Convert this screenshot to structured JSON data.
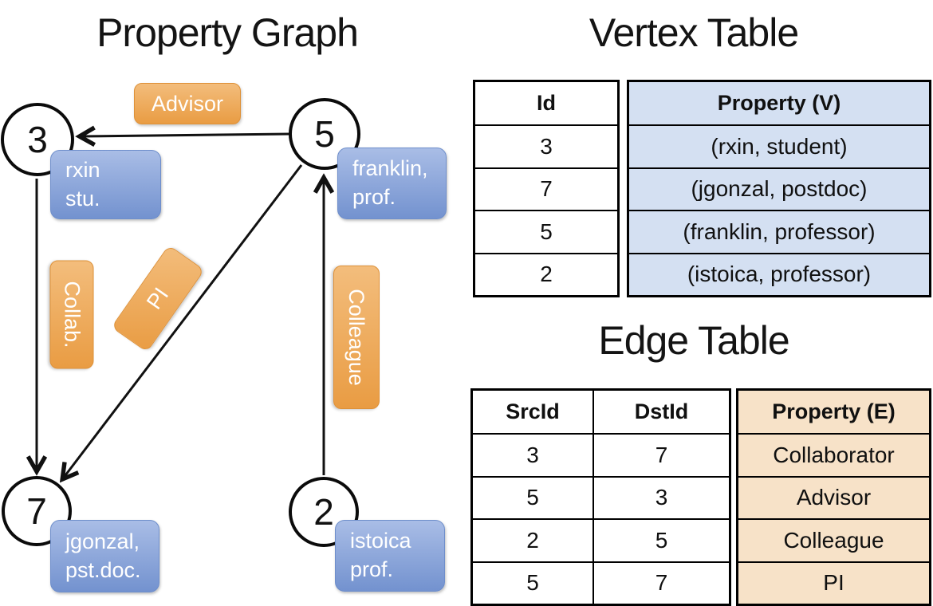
{
  "graph": {
    "title": "Property Graph",
    "nodes": [
      {
        "id": "3",
        "property_lines": [
          "rxin",
          "stu."
        ]
      },
      {
        "id": "5",
        "property_lines": [
          "franklin,",
          "prof."
        ]
      },
      {
        "id": "7",
        "property_lines": [
          "jgonzal,",
          "pst.doc."
        ]
      },
      {
        "id": "2",
        "property_lines": [
          "istoica",
          "prof."
        ]
      }
    ],
    "edges": [
      {
        "from": "5",
        "to": "3",
        "label": "Advisor"
      },
      {
        "from": "3",
        "to": "7",
        "label": "Collab."
      },
      {
        "from": "5",
        "to": "7",
        "label": "PI"
      },
      {
        "from": "2",
        "to": "5",
        "label": "Colleague"
      }
    ]
  },
  "vertex_table": {
    "title": "Vertex Table",
    "columns": [
      "Id",
      "Property (V)"
    ],
    "rows": [
      [
        "3",
        "(rxin, student)"
      ],
      [
        "7",
        "(jgonzal, postdoc)"
      ],
      [
        "5",
        "(franklin, professor)"
      ],
      [
        "2",
        "(istoica, professor)"
      ]
    ]
  },
  "edge_table": {
    "title": "Edge Table",
    "columns": [
      "SrcId",
      "DstId",
      "Property (E)"
    ],
    "rows": [
      [
        "3",
        "7",
        "Collaborator"
      ],
      [
        "5",
        "3",
        "Advisor"
      ],
      [
        "2",
        "5",
        "Colleague"
      ],
      [
        "5",
        "7",
        "PI"
      ]
    ]
  },
  "colors": {
    "edge_label_orange": "#eda74f",
    "node_property_blue": "#8fa9db",
    "vertex_property_bg": "#d4e0f2",
    "edge_property_bg": "#f7e2c8",
    "table_border": "#000000",
    "graph_line": "#111111"
  }
}
